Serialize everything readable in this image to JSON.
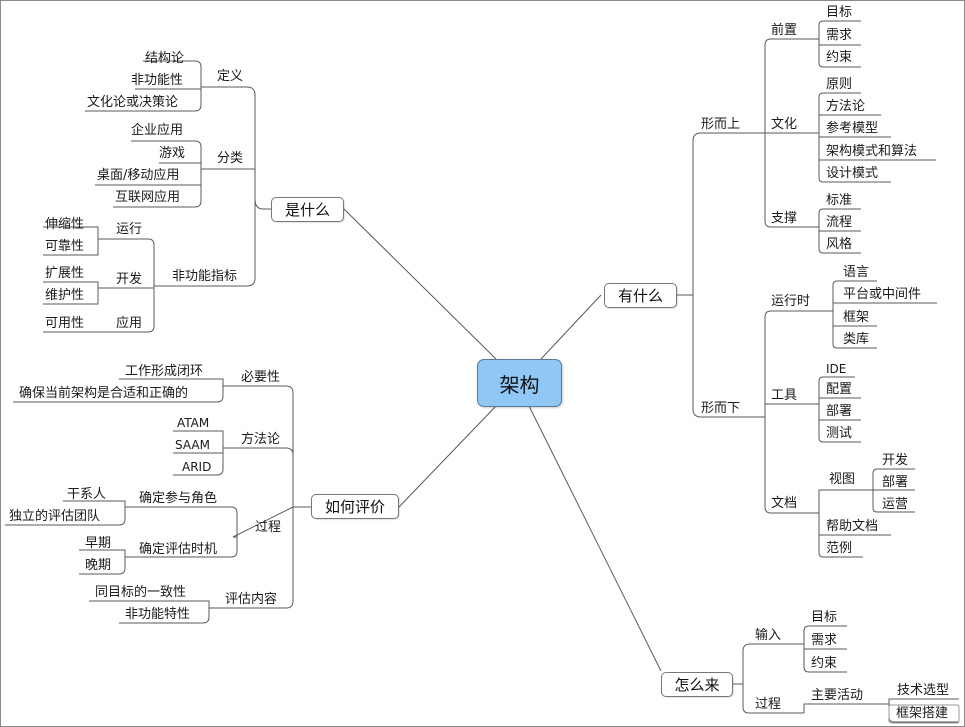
{
  "root": "架构",
  "what": {
    "title": "是什么",
    "definition": {
      "label": "定义",
      "items": [
        "结构论",
        "非功能性",
        "文化论或决策论"
      ]
    },
    "category": {
      "label": "分类",
      "items": [
        "企业应用",
        "游戏",
        "桌面/移动应用",
        "互联网应用"
      ]
    },
    "nfi": {
      "label": "非功能指标",
      "runtime": {
        "label": "运行",
        "items": [
          "伸缩性",
          "可靠性"
        ]
      },
      "dev": {
        "label": "开发",
        "items": [
          "扩展性",
          "维护性"
        ]
      },
      "app": {
        "label": "应用",
        "items": [
          "可用性"
        ]
      }
    }
  },
  "have": {
    "title": "有什么",
    "metaphysical": {
      "label": "形而上",
      "pre": {
        "label": "前置",
        "items": [
          "目标",
          "需求",
          "约束"
        ]
      },
      "culture": {
        "label": "文化",
        "items": [
          "原则",
          "方法论",
          "参考模型",
          "架构模式和算法",
          "设计模式"
        ]
      },
      "support": {
        "label": "支撑",
        "items": [
          "标准",
          "流程",
          "风格"
        ]
      }
    },
    "physical": {
      "label": "形而下",
      "runtime": {
        "label": "运行时",
        "items": [
          "语言",
          "平台或中间件",
          "框架",
          "类库"
        ]
      },
      "tools": {
        "label": "工具",
        "items": [
          "IDE",
          "配置",
          "部署",
          "测试"
        ]
      },
      "docs": {
        "label": "文档",
        "views": {
          "label": "视图",
          "items": [
            "开发",
            "部署",
            "运营"
          ]
        },
        "items": [
          "帮助文档",
          "范例"
        ]
      }
    }
  },
  "evaluate": {
    "title": "如何评价",
    "necessity": {
      "label": "必要性",
      "items": [
        "工作形成闭环",
        "确保当前架构是合适和正确的"
      ]
    },
    "methodology": {
      "label": "方法论",
      "items": [
        "ATAM",
        "SAAM",
        "ARID"
      ]
    },
    "process": {
      "label": "过程",
      "roles": {
        "label": "确定参与角色",
        "items": [
          "干系人",
          "独立的评估团队"
        ]
      },
      "timing": {
        "label": "确定评估时机",
        "items": [
          "早期",
          "晚期"
        ]
      }
    },
    "content": {
      "label": "评估内容",
      "items": [
        "同目标的一致性",
        "非功能特性"
      ]
    }
  },
  "how": {
    "title": "怎么来",
    "input": {
      "label": "输入",
      "items": [
        "目标",
        "需求",
        "约束"
      ]
    },
    "process": {
      "label": "过程",
      "main": {
        "label": "主要活动",
        "items": [
          "技术选型",
          "框架搭建"
        ]
      }
    }
  },
  "colors": {
    "root_fill": "#8fc8f4",
    "line": "#5a5a5a"
  }
}
